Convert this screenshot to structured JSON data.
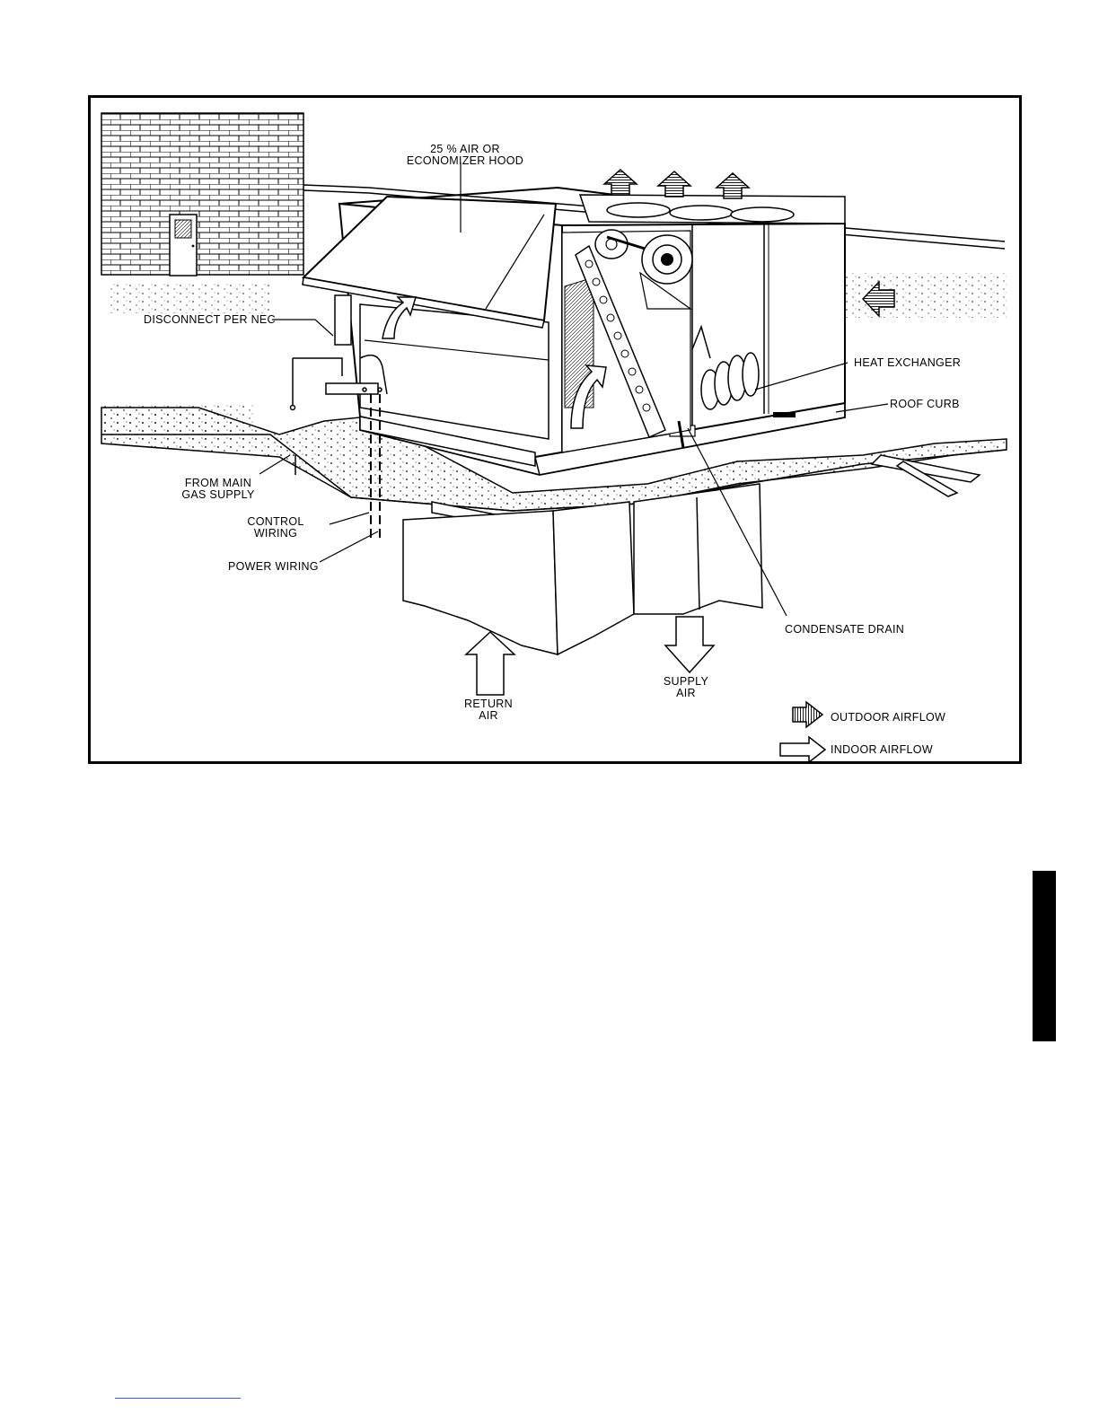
{
  "figure": {
    "callouts": {
      "hood_line1": "25 % AIR OR",
      "hood_line2": "ECONOMIZER HOOD",
      "disconnect": "DISCONNECT PER NEC",
      "heat_exchanger": "HEAT EXCHANGER",
      "roof_curb": "ROOF CURB",
      "gas_line1": "FROM MAIN",
      "gas_line2": "GAS SUPPLY",
      "control_line1": "CONTROL",
      "control_line2": "WIRING",
      "power_wiring": "POWER WIRING",
      "condensate_drain": "CONDENSATE DRAIN",
      "supply_line1": "SUPPLY",
      "supply_line2": "AIR",
      "return_line1": "RETURN",
      "return_line2": "AIR"
    },
    "legend": {
      "outdoor": "OUTDOOR AIRFLOW",
      "indoor": "INDOOR AIRFLOW"
    }
  }
}
